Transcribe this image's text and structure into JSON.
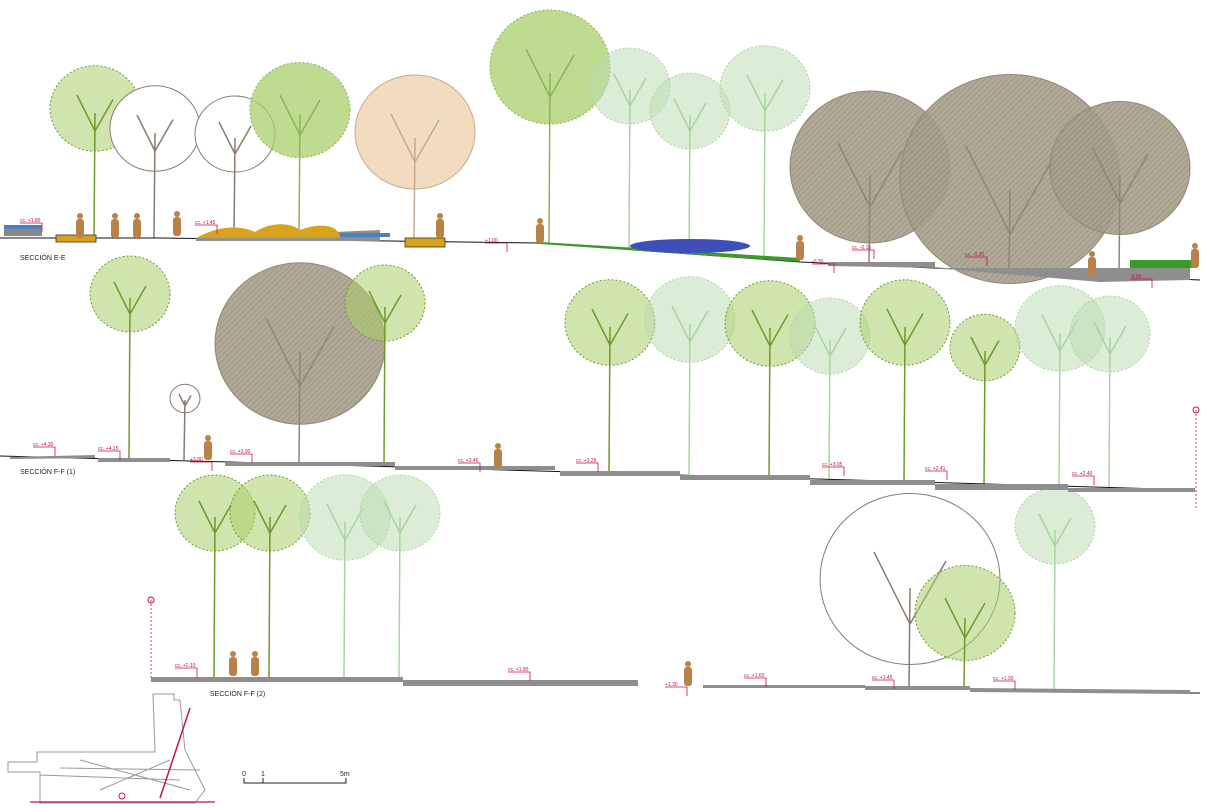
{
  "sections": [
    {
      "title": "SECCIÓN E-E",
      "levels": [
        "cc. +1.80",
        "cc. +1.45",
        "+1.00",
        "-0.30",
        "cc. -0.15",
        "cc. -0.30",
        "-0.50"
      ]
    },
    {
      "title": "SECCIÓN F-F (1)",
      "levels": [
        "cc. +4.30",
        "cc. +4.15",
        "+3.80",
        "cc. +3.90",
        "cc. +3.45",
        "cc. +3.26",
        "cc. +3.05",
        "cc. +2.41",
        "cc. +2.40"
      ]
    },
    {
      "title": "SECCIÓN F-F (2)",
      "levels": [
        "cc. +2.10",
        "cc. +1.80",
        "+1.30",
        "cc. +1.60",
        "cc. +1.45",
        "cc. +1.30"
      ]
    }
  ],
  "scale_bar": {
    "labels": [
      "0",
      "1",
      "5m"
    ]
  },
  "colors": {
    "ground": "#8e8e8e",
    "level_marker": "#c8104a",
    "tree_green": "#a9cf6a",
    "tree_pale": "#b9dcb0",
    "tree_brown": "#8a8472",
    "canopy_tan": "#f1dcc0",
    "person": "#b98348",
    "bench_yellow": "#d9a21c"
  }
}
